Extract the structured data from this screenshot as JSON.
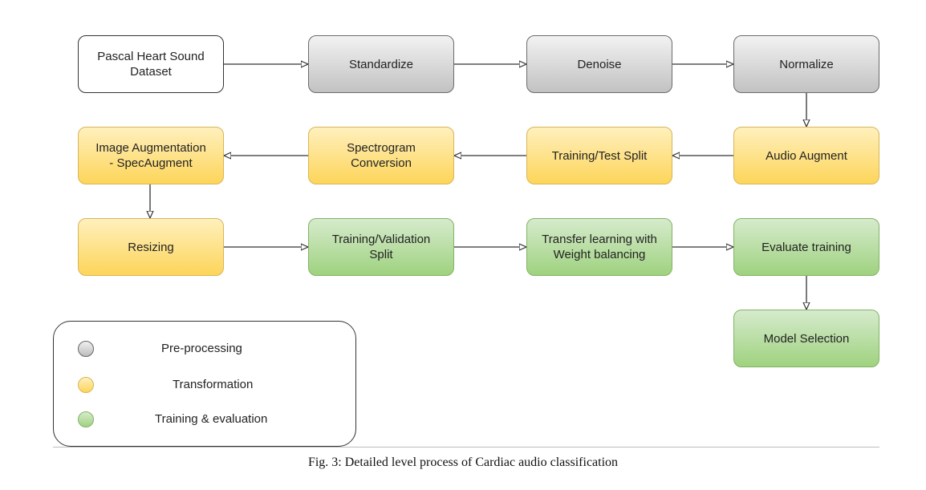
{
  "diagram": {
    "nodes": {
      "dataset": {
        "label": "Pascal Heart Sound\nDataset",
        "category": "source"
      },
      "standardize": {
        "label": "Standardize",
        "category": "pre-processing"
      },
      "denoise": {
        "label": "Denoise",
        "category": "pre-processing"
      },
      "normalize": {
        "label": "Normalize",
        "category": "pre-processing"
      },
      "audio_augment": {
        "label": "Audio Augment",
        "category": "transformation"
      },
      "train_test_split": {
        "label": "Training/Test Split",
        "category": "transformation"
      },
      "spectrogram": {
        "label": "Spectrogram\nConversion",
        "category": "transformation"
      },
      "image_augmentation": {
        "label": "Image Augmentation\n- SpecAugment",
        "category": "transformation"
      },
      "resizing": {
        "label": "Resizing",
        "category": "transformation"
      },
      "train_val_split": {
        "label": "Training/Validation\nSplit",
        "category": "training"
      },
      "transfer_learning": {
        "label": "Transfer learning with\nWeight balancing",
        "category": "training"
      },
      "evaluate": {
        "label": "Evaluate training",
        "category": "training"
      },
      "model_selection": {
        "label": "Model Selection",
        "category": "training"
      }
    },
    "edges": [
      [
        "dataset",
        "standardize"
      ],
      [
        "standardize",
        "denoise"
      ],
      [
        "denoise",
        "normalize"
      ],
      [
        "normalize",
        "audio_augment"
      ],
      [
        "audio_augment",
        "train_test_split"
      ],
      [
        "train_test_split",
        "spectrogram"
      ],
      [
        "spectrogram",
        "image_augmentation"
      ],
      [
        "image_augmentation",
        "resizing"
      ],
      [
        "resizing",
        "train_val_split"
      ],
      [
        "train_val_split",
        "transfer_learning"
      ],
      [
        "transfer_learning",
        "evaluate"
      ],
      [
        "evaluate",
        "model_selection"
      ]
    ]
  },
  "legend": {
    "items": [
      {
        "label": "Pre-processing",
        "color": "#c8c8c8"
      },
      {
        "label": "Transformation",
        "color": "#fdd55a"
      },
      {
        "label": "Training & evaluation",
        "color": "#9fd27f"
      }
    ]
  },
  "colors": {
    "pre-processing": "#c8c8c8",
    "transformation": "#fdd55a",
    "training": "#9fd27f",
    "edge": "#333333"
  },
  "caption": "Fig. 3: Detailed level process of Cardiac audio classification"
}
